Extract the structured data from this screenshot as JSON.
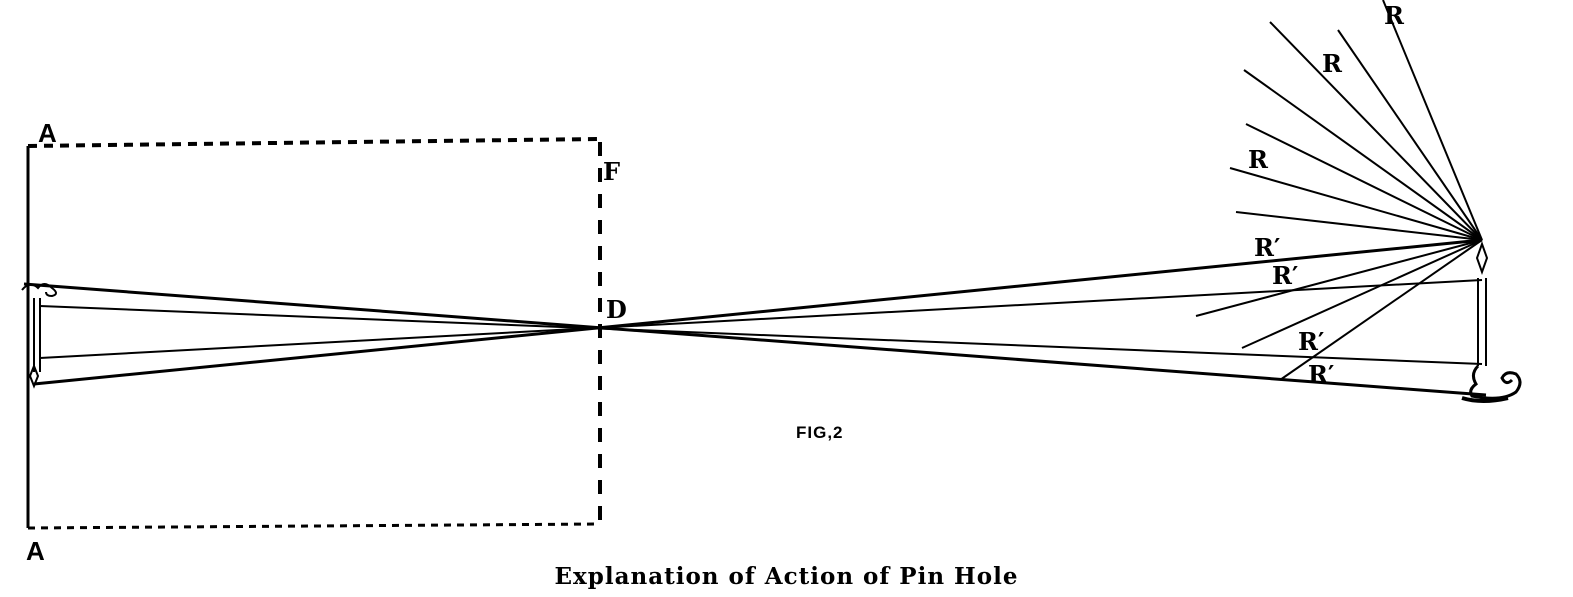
{
  "labels": {
    "a_top": "A",
    "a_bottom": "A",
    "f": "F",
    "d": "D",
    "r_top": "R",
    "r_mid": "R",
    "r_left": "R",
    "r_prime_1": "R′",
    "r_prime_2": "R′",
    "r_prime_3": "R′",
    "r_prime_4": "R′"
  },
  "figure_number": "FIG,2",
  "caption": "Explanation of Action of Pin Hole",
  "colors": {
    "ink": "#000000",
    "paper": "#ffffff"
  }
}
